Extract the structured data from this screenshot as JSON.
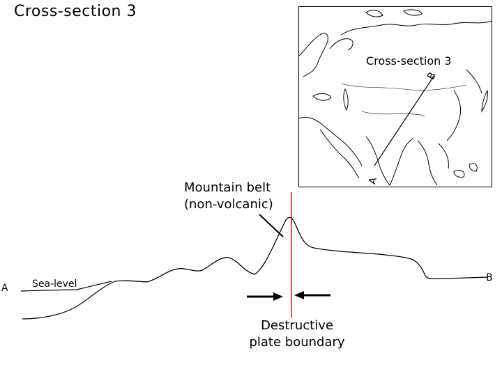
{
  "title": "Cross-section 3",
  "map": {
    "label": "Cross-section 3",
    "end_a": "A",
    "end_b": "B"
  },
  "labels": {
    "mountain_belt_line1": "Mountain belt",
    "mountain_belt_line2": "(non-volcanic)",
    "sea_level": "Sea-level",
    "end_a": "A",
    "end_b": "B",
    "destructive_line1": "Destructive",
    "destructive_line2": "plate boundary"
  },
  "colors": {
    "boundary_line": "#cc0000",
    "ink": "#000000"
  }
}
